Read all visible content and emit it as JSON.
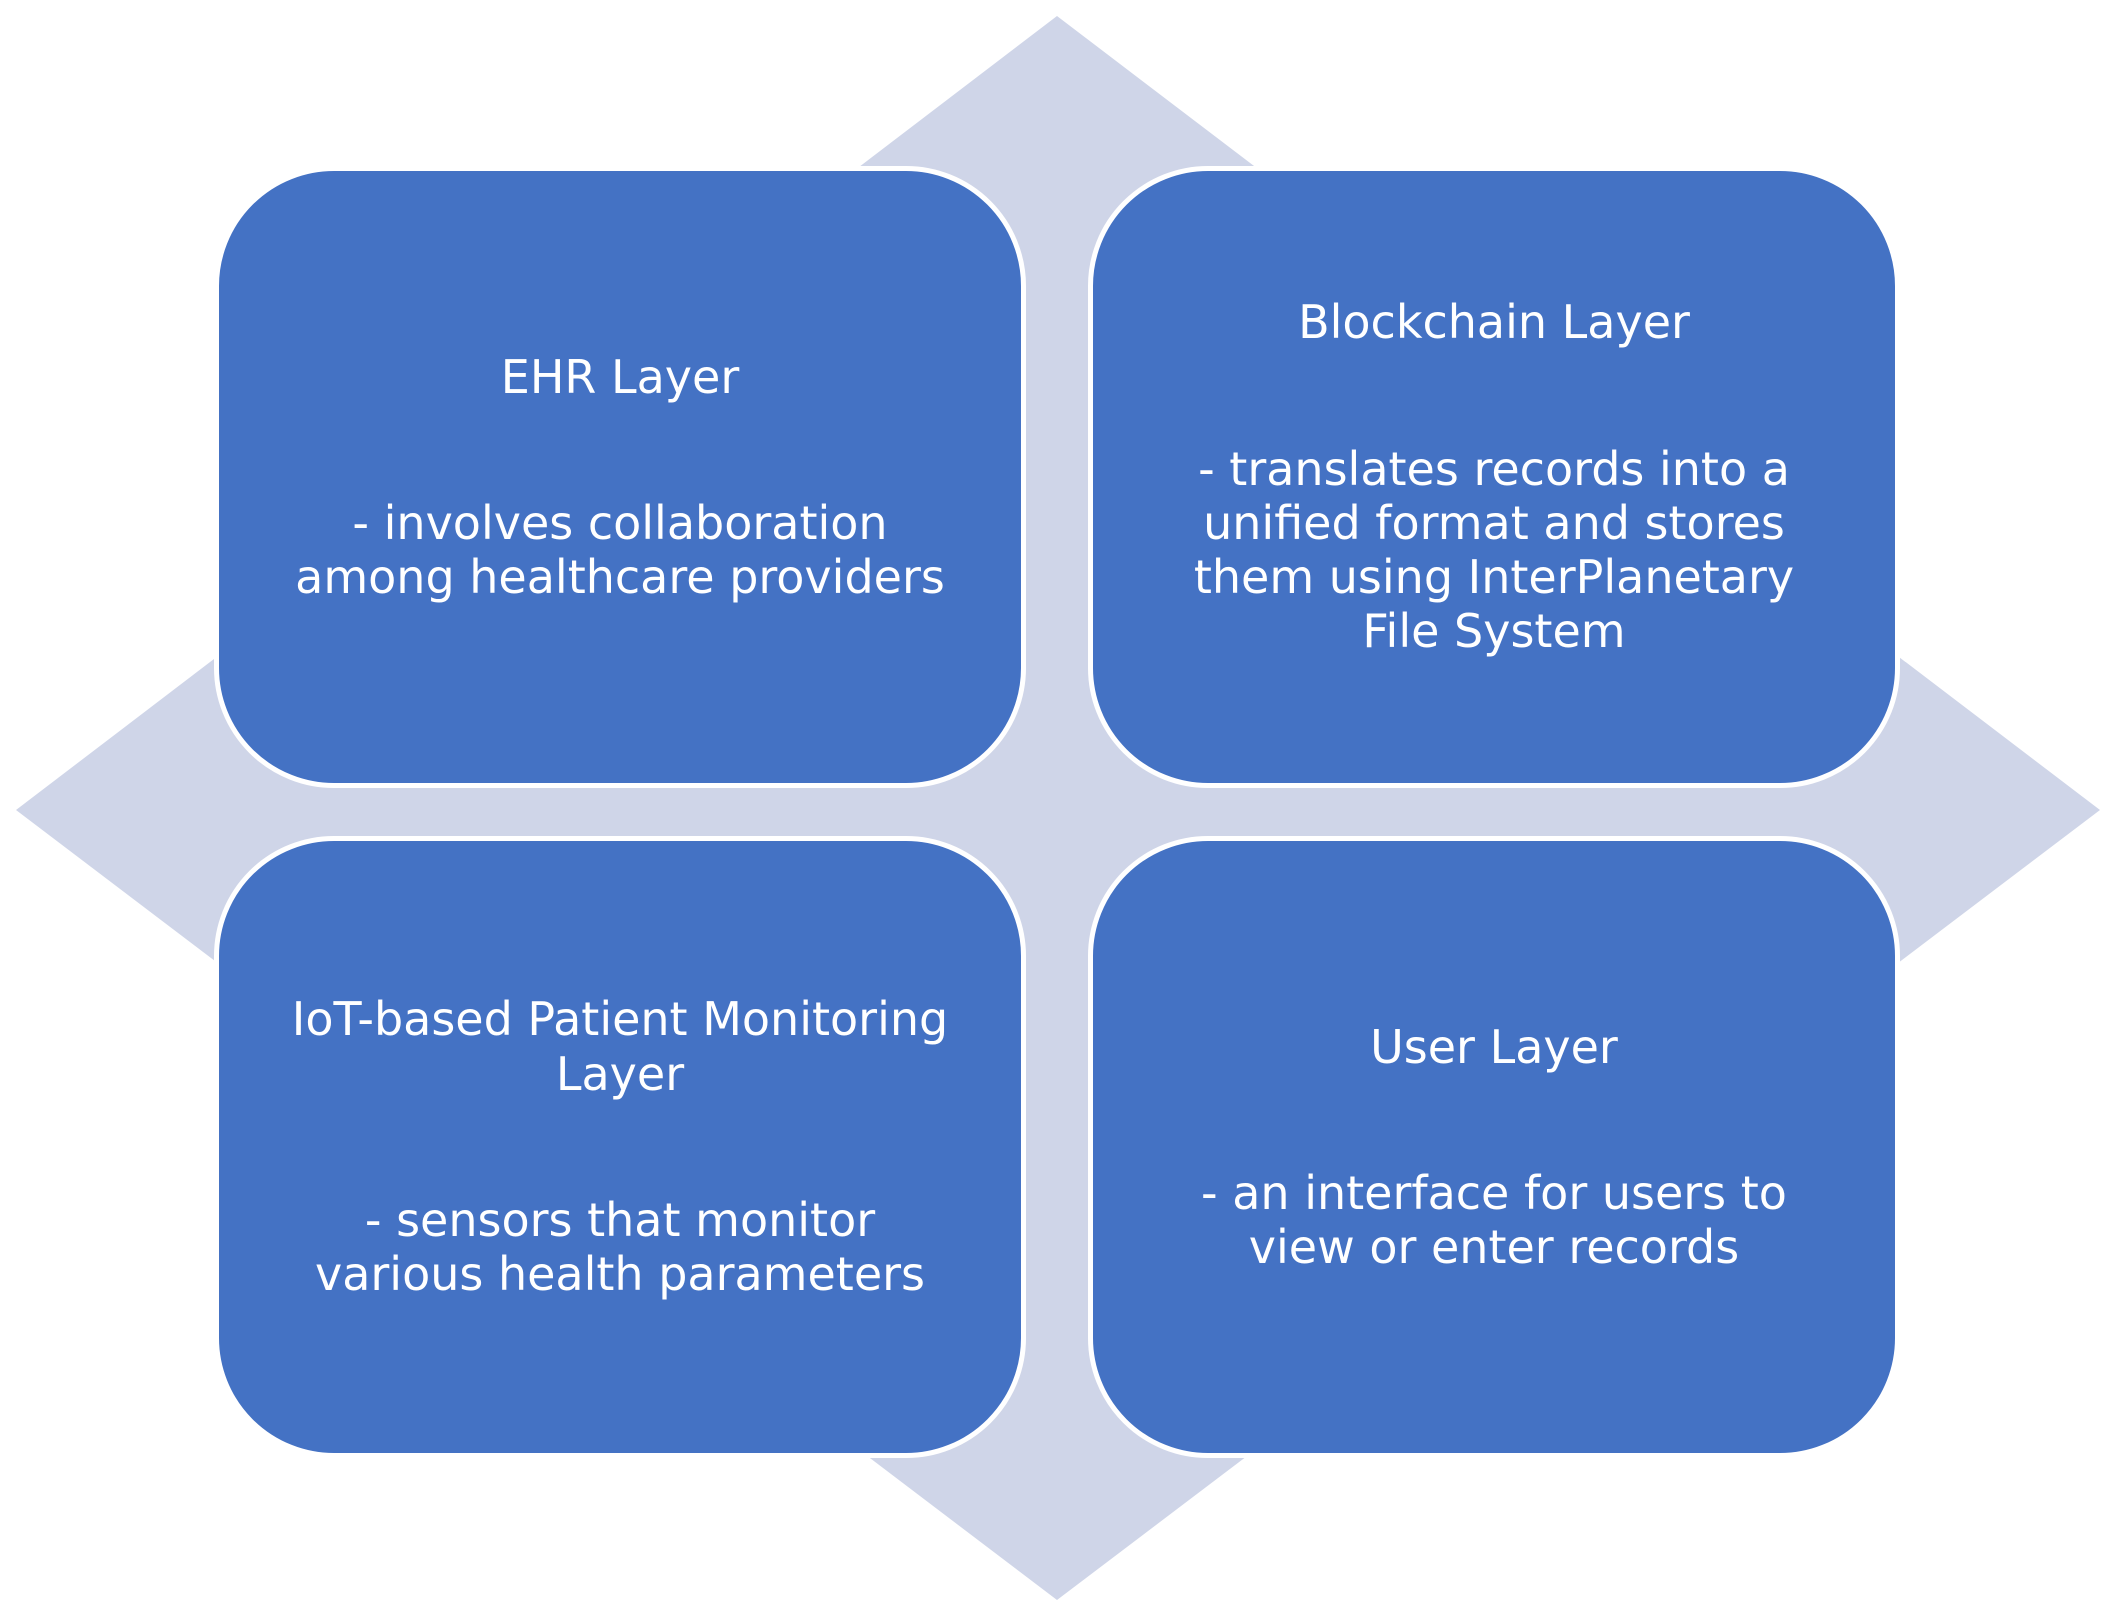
{
  "colors": {
    "diamond": "#cfd5e8",
    "box_fill": "#4472c4",
    "box_border": "#ffffff",
    "text": "#ffffff"
  },
  "layers": [
    {
      "title": "EHR Layer",
      "description": "- involves collaboration among healthcare providers"
    },
    {
      "title": "Blockchain Layer",
      "description": "- translates records into a unified format and stores them using InterPlanetary File System"
    },
    {
      "title": "IoT-based Patient Monitoring Layer",
      "description": "- sensors that monitor various health parameters"
    },
    {
      "title": "User Layer",
      "description": "- an interface for users to view or enter records"
    }
  ]
}
